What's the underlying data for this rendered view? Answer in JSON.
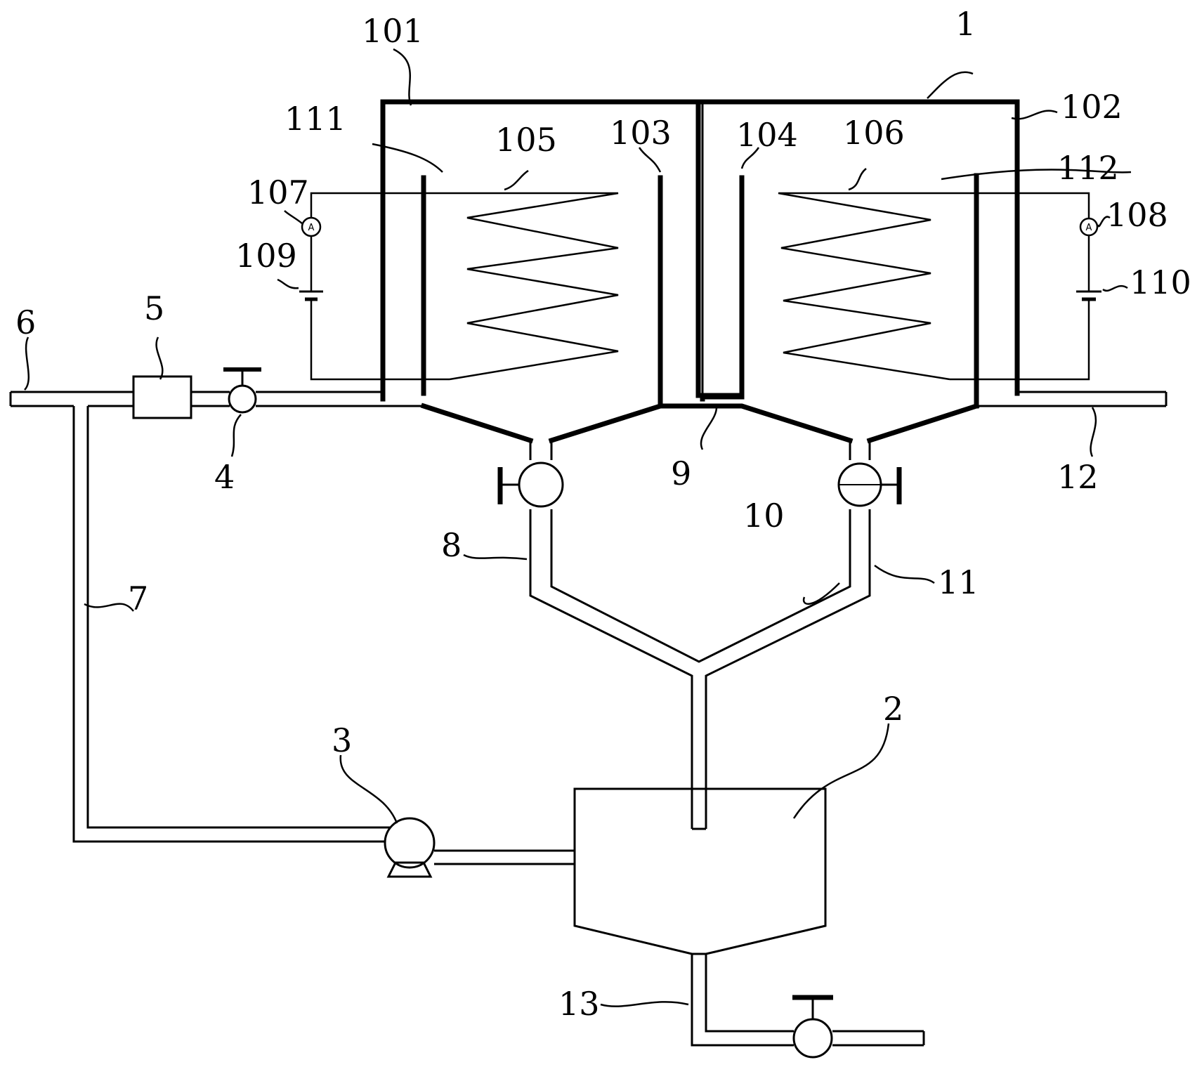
{
  "labels": {
    "l1": "1",
    "l2": "2",
    "l3": "3",
    "l4": "4",
    "l5": "5",
    "l6": "6",
    "l7": "7",
    "l8": "8",
    "l9": "9",
    "l10": "10",
    "l11": "11",
    "l12": "12",
    "l13": "13",
    "l101": "101",
    "l102": "102",
    "l103": "103",
    "l104": "104",
    "l105": "105",
    "l106": "106",
    "l107": "107",
    "l108": "108",
    "l109": "109",
    "l110": "110",
    "l111": "111",
    "l112": "112"
  },
  "meters": {
    "left_symbol": "A",
    "right_symbol": "A"
  }
}
